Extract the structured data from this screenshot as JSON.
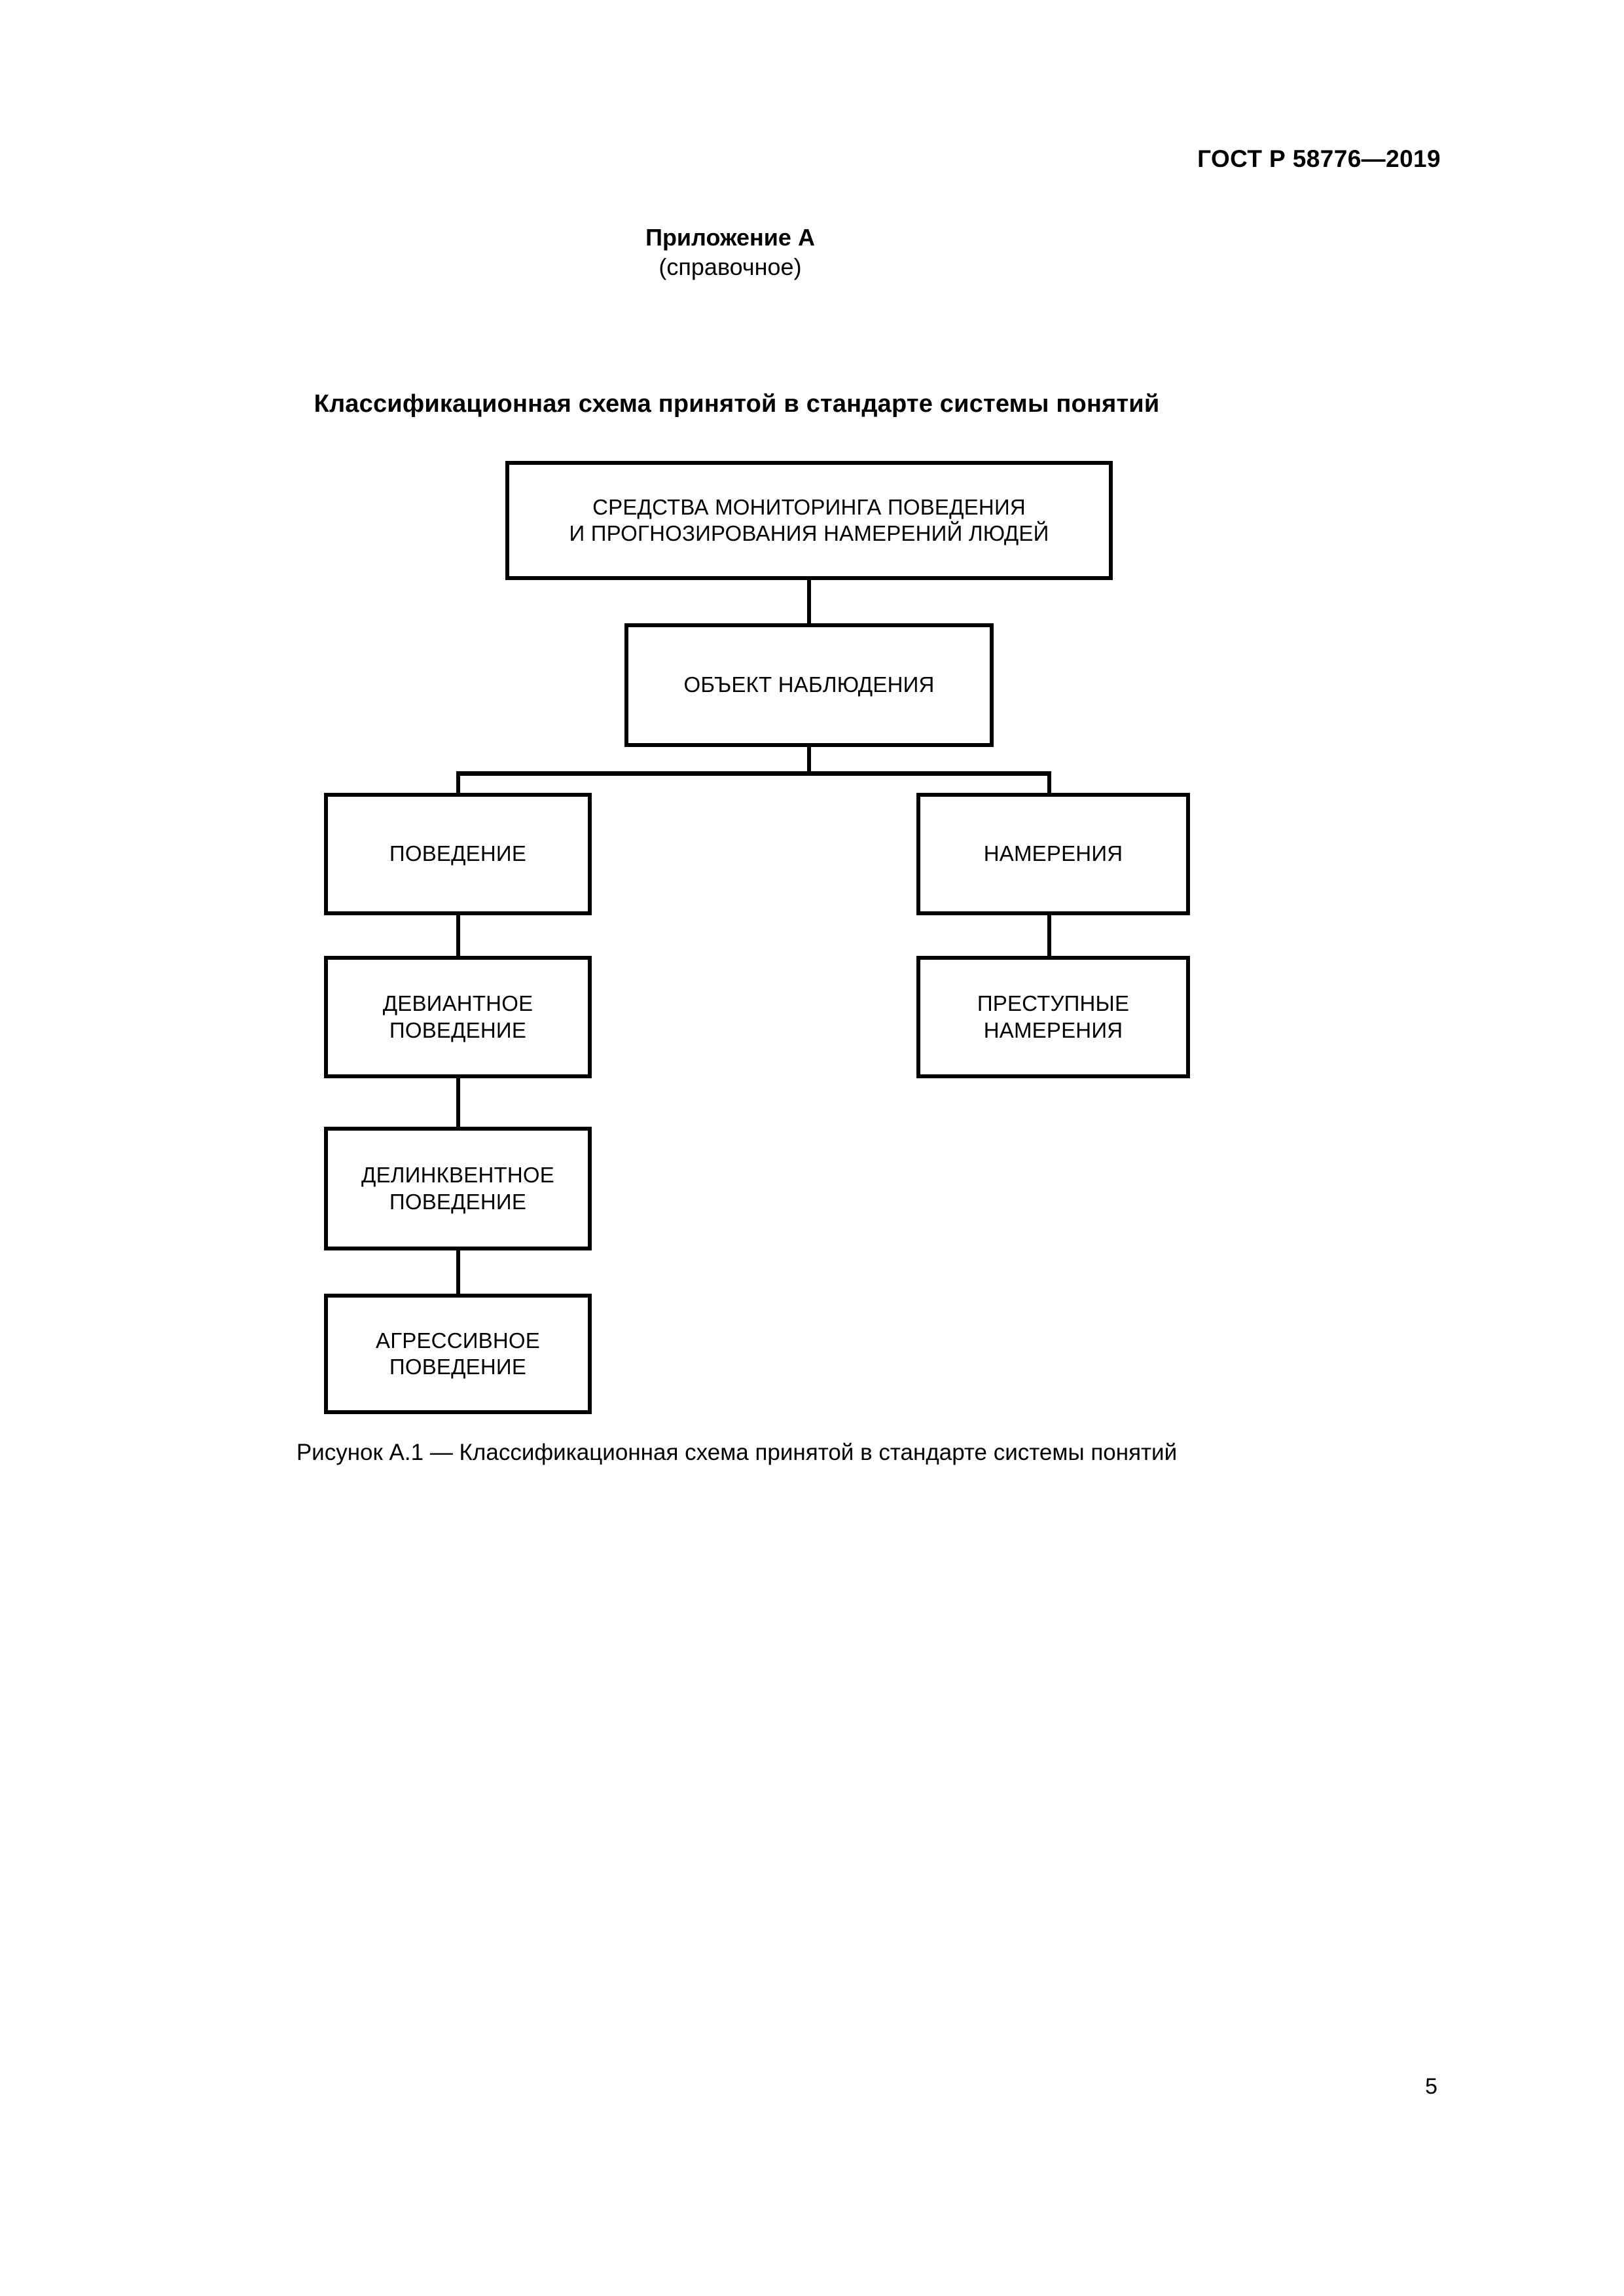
{
  "document": {
    "standard_header": "ГОСТ Р 58776—2019",
    "page_number": "5"
  },
  "appendix": {
    "title": "Приложение А",
    "subtitle": "(справочное)"
  },
  "figure": {
    "heading": "Классификационная схема принятой в стандарте системы понятий",
    "caption": "Рисунок А.1 — Классификационная схема принятой в стандарте системы понятий"
  },
  "chart_data": {
    "type": "diagram",
    "subtype": "classification-tree",
    "title": "Классификационная схema принятой в стандарте системы понятий",
    "nodes": [
      {
        "id": "root",
        "label": "СРЕДСТВА МОНИТОРИНГА ПОВЕДЕНИЯ\nИ ПРОГНОЗИРОВАНИЯ НАМЕРЕНИЙ ЛЮДЕЙ",
        "level": 0
      },
      {
        "id": "object",
        "label": "ОБЪЕКТ НАБЛЮДЕНИЯ",
        "level": 1
      },
      {
        "id": "behaviour",
        "label": "ПОВЕДЕНИЕ",
        "level": 2
      },
      {
        "id": "intentions",
        "label": "НАМЕРЕНИЯ",
        "level": 2
      },
      {
        "id": "deviant",
        "label": "ДЕВИАНТНОЕ ПОВЕДЕНИЕ",
        "level": 3
      },
      {
        "id": "criminal",
        "label": "ПРЕСТУПНЫЕ НАМЕРЕНИЯ",
        "level": 3
      },
      {
        "id": "delinquent",
        "label": "ДЕЛИНКВЕНТНОЕ\nПОВЕДЕНИЕ",
        "level": 4
      },
      {
        "id": "aggressive",
        "label": "АГРЕССИВНОЕ\nПОВЕДЕНИЕ",
        "level": 5
      }
    ],
    "edges": [
      {
        "from": "root",
        "to": "object"
      },
      {
        "from": "object",
        "to": "behaviour"
      },
      {
        "from": "object",
        "to": "intentions"
      },
      {
        "from": "behaviour",
        "to": "deviant"
      },
      {
        "from": "intentions",
        "to": "criminal"
      },
      {
        "from": "deviant",
        "to": "delinquent"
      },
      {
        "from": "delinquent",
        "to": "aggressive"
      }
    ],
    "colors": {
      "stroke": "#000000",
      "fill": "#ffffff",
      "text": "#000000"
    }
  }
}
